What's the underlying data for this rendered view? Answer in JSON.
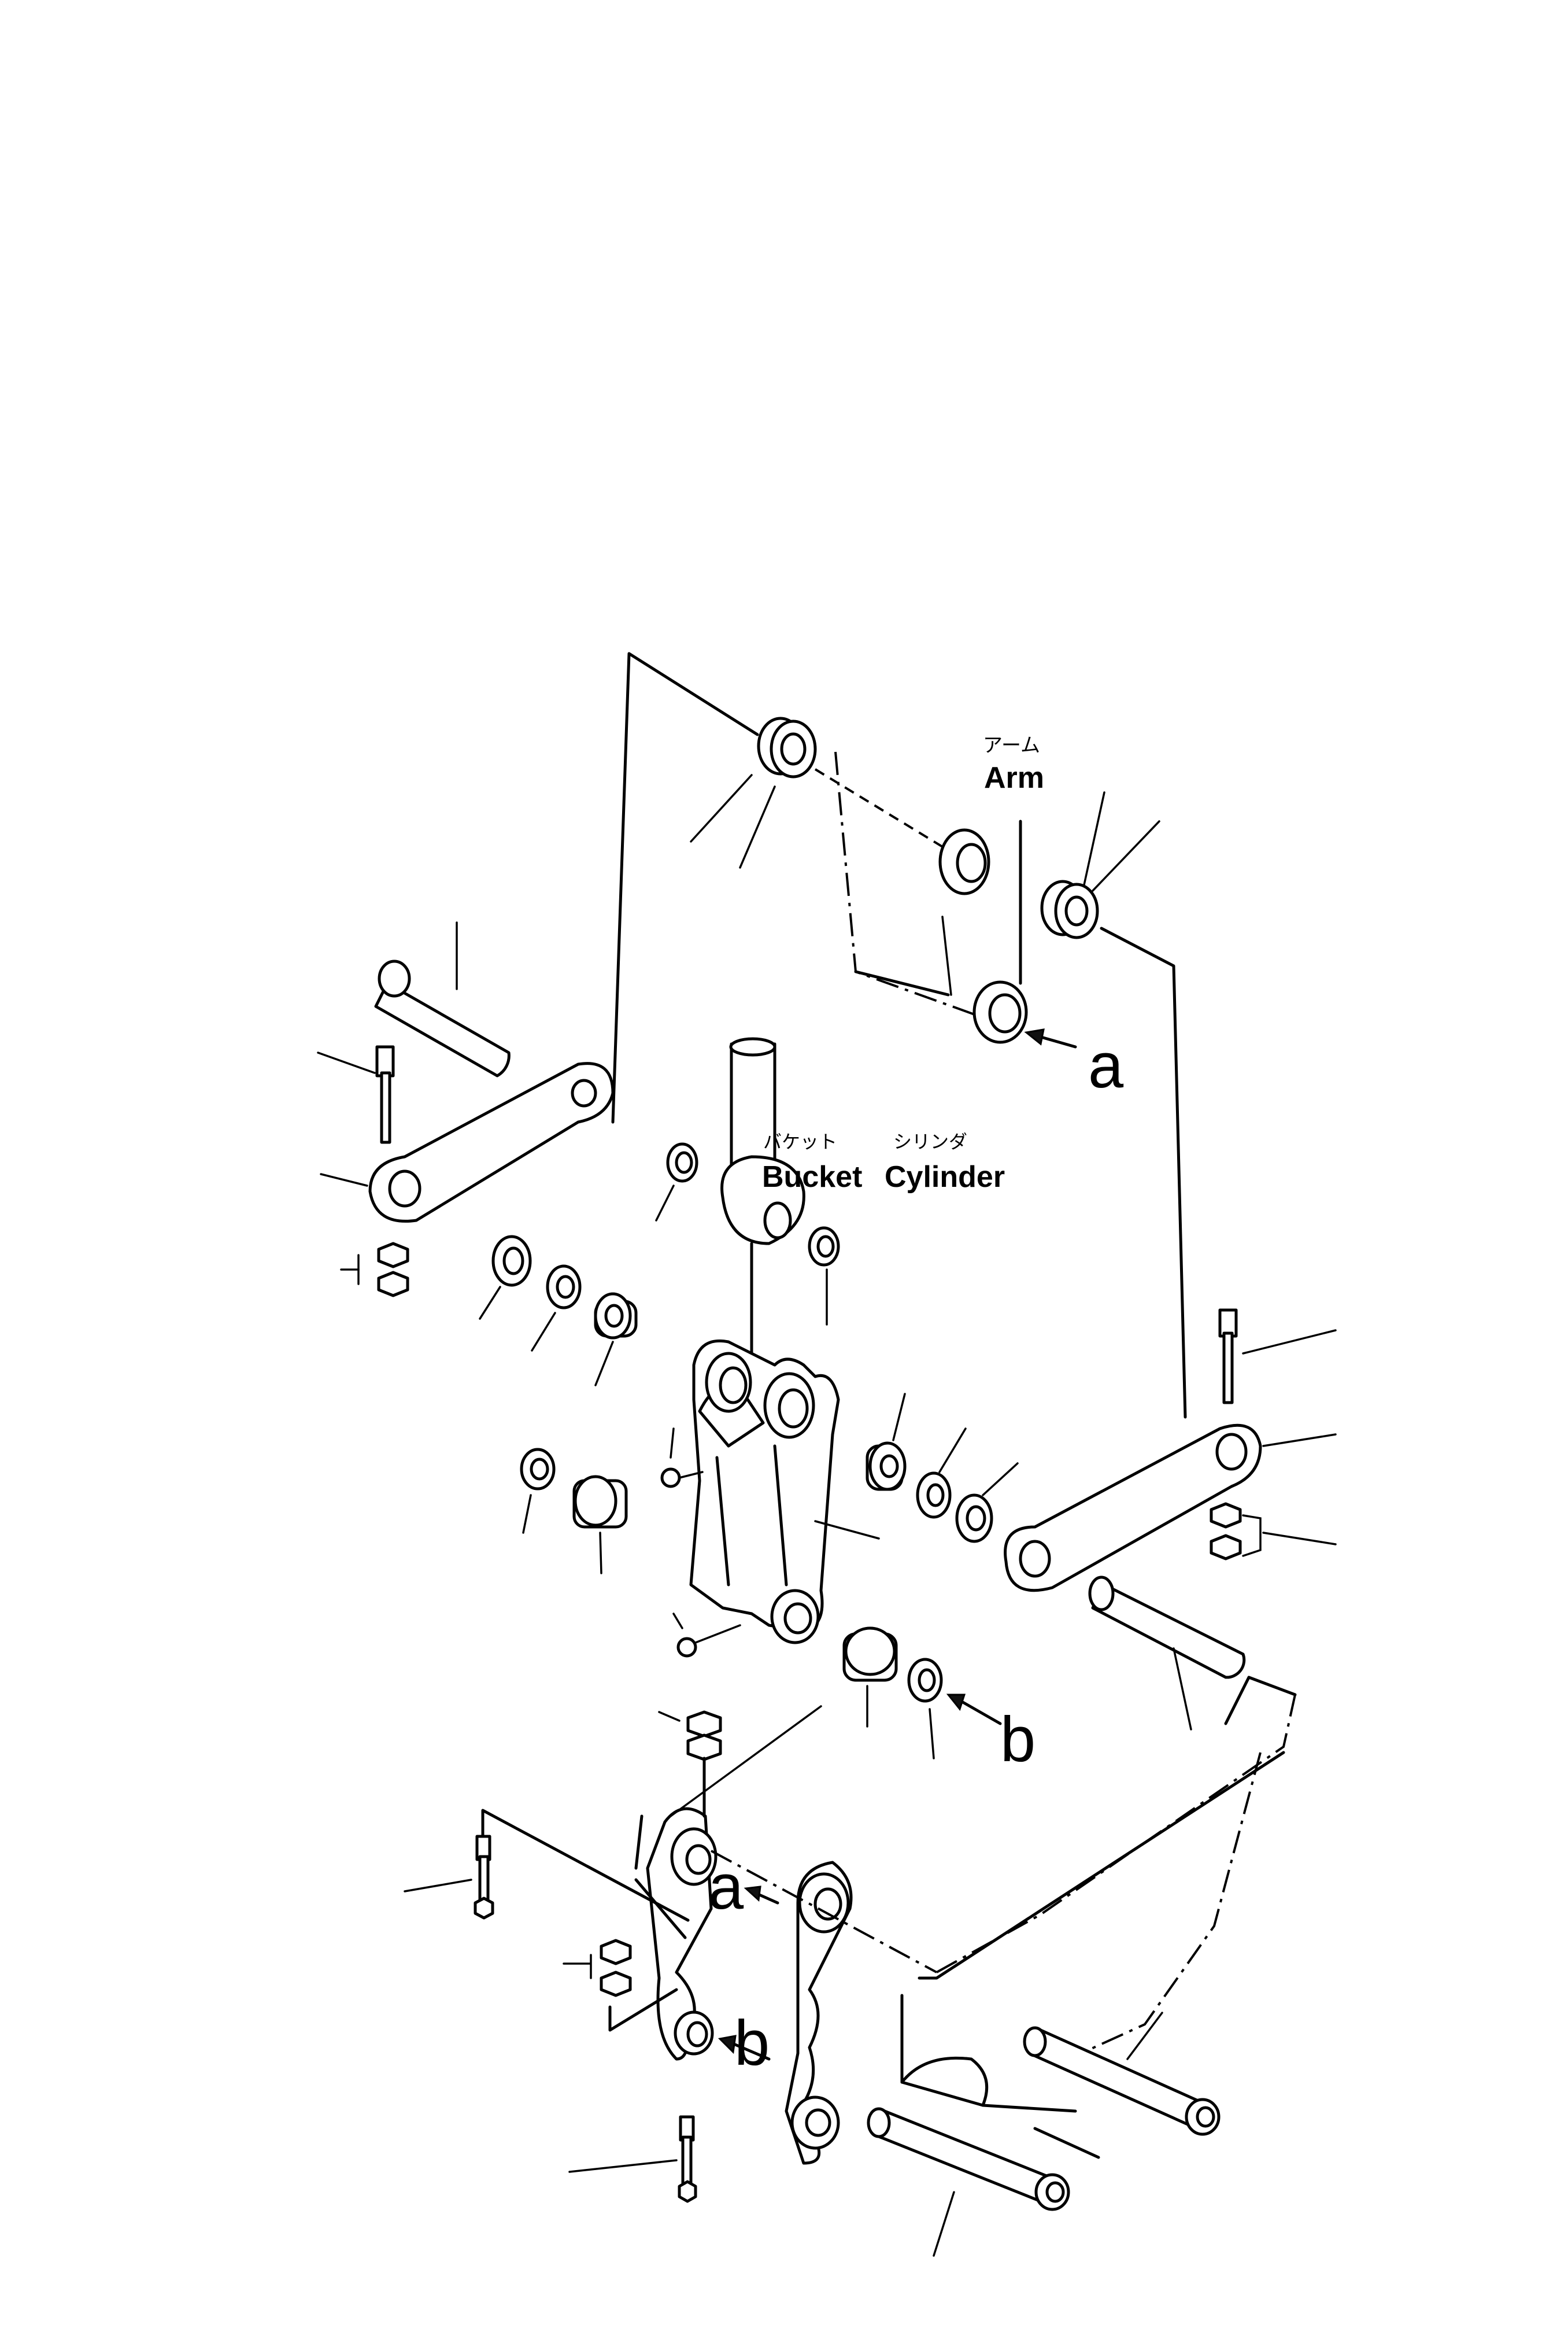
{
  "labels": {
    "arm_jp": "アーム",
    "arm_en": "Arm",
    "bucket_jp": "バケット",
    "cylinder_jp": "シリンダ",
    "bucket_en": "Bucket",
    "cylinder_en": "Cylinder",
    "ref_a_top": "a",
    "ref_b_right": "b",
    "ref_a_bottom": "a",
    "ref_b_bottom": "b"
  }
}
